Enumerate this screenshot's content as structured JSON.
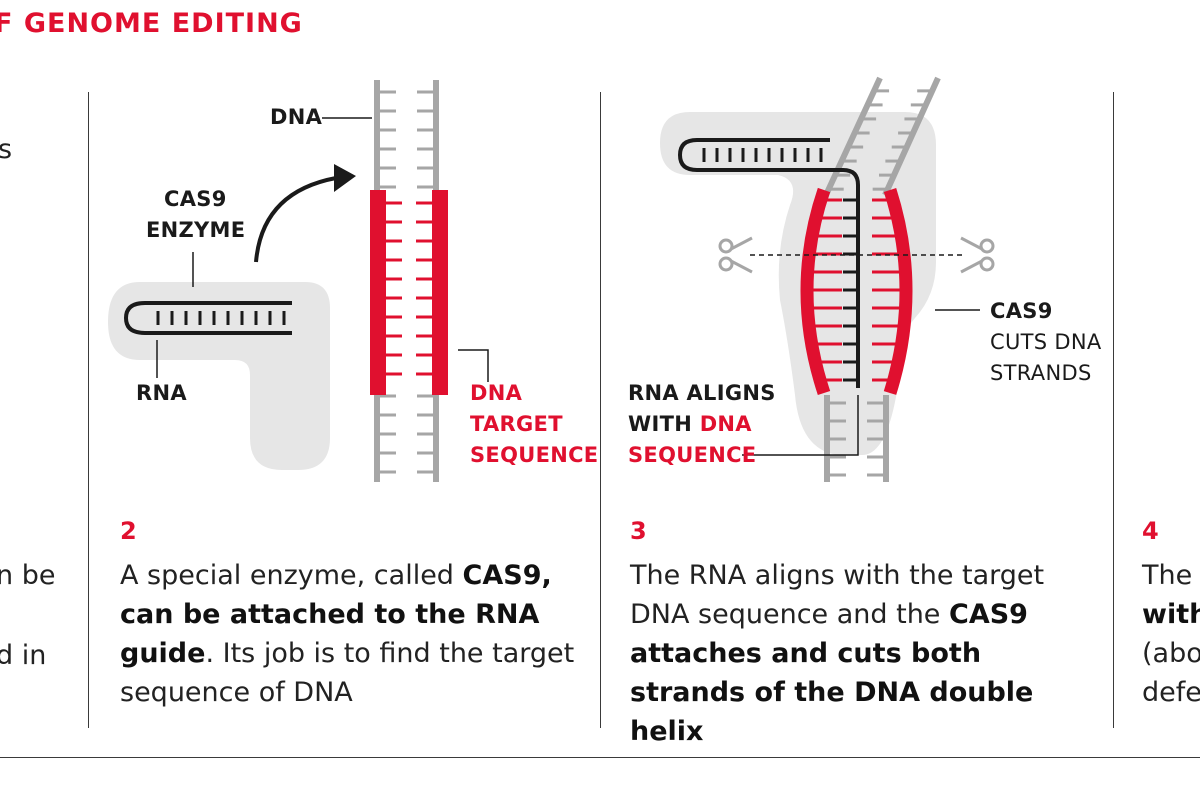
{
  "header": {
    "title": "F GENOME EDITING"
  },
  "left_fragments": {
    "line_a": "s",
    "line_b": "n be",
    "line_c": "d in"
  },
  "step2": {
    "dna_label": "DNA",
    "cas9_label_1": "CAS9",
    "cas9_label_2": "ENZYME",
    "rna_label": "RNA",
    "target_label_1": "DNA",
    "target_label_2": "TARGET",
    "target_label_3": "SEQUENCE",
    "number": "2",
    "text_1": "A special enzyme, called ",
    "text_bold": "CAS9, can be attached to the RNA guide",
    "text_2": ". Its job is to find the target sequence of DNA"
  },
  "step3": {
    "align_label_1": "RNA ALIGNS",
    "align_label_2a": "WITH ",
    "align_label_2b": "DNA",
    "align_label_3": "SEQUENCE",
    "cas9_label": "CAS9",
    "cuts_label_1": "CUTS DNA",
    "cuts_label_2": "STRANDS",
    "number": "3",
    "text_1": "The RNA aligns with the target DNA sequence and the ",
    "text_bold": "CAS9 attaches and cuts both strands of the DNA double helix"
  },
  "step4": {
    "number": "4",
    "line_1": "The",
    "line_2": "with",
    "line_3": "(abo",
    "line_4": "defe"
  },
  "colors": {
    "accent": "#e0102f",
    "strand_gray": "#a6a6a6",
    "blob_gray": "#e6e6e6",
    "ink": "#1a1a1a"
  }
}
